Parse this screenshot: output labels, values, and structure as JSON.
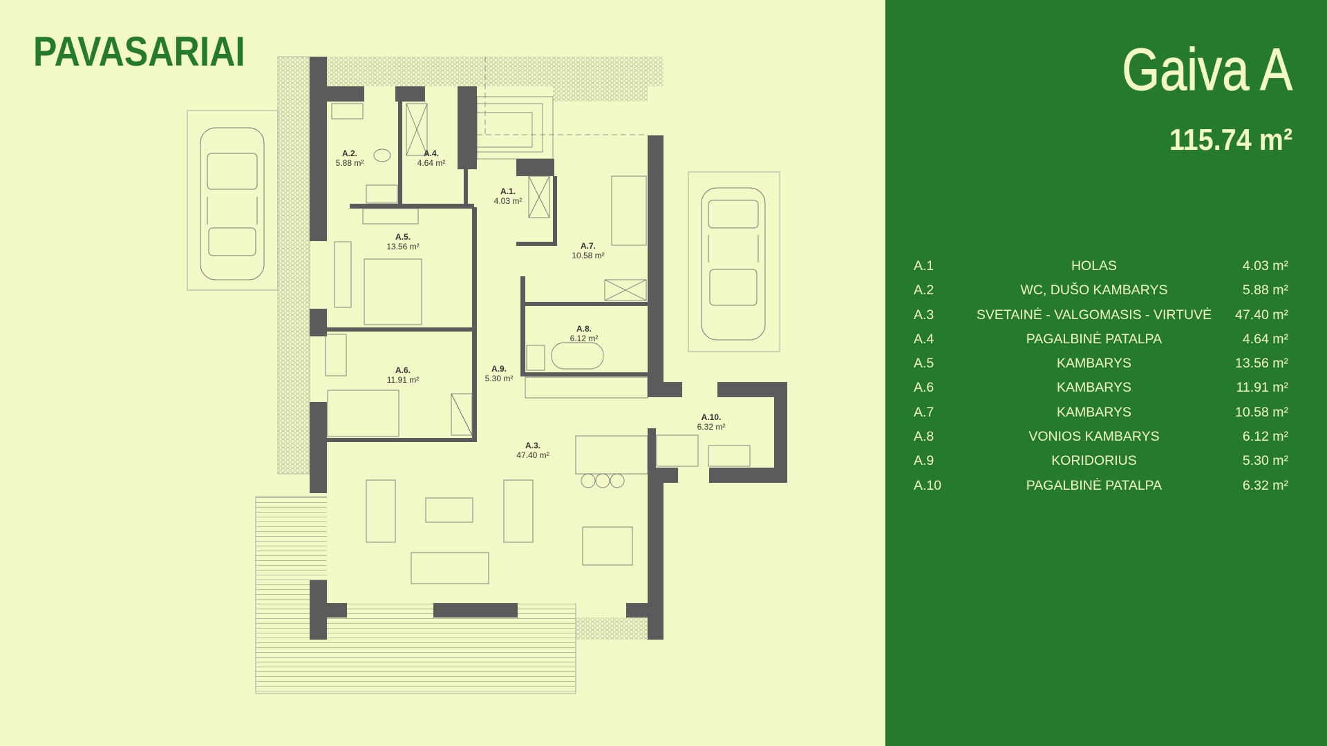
{
  "brand": {
    "logo": "PAVASARIAI"
  },
  "unit": {
    "title": "Gaiva A",
    "total_area": "115.74 m²"
  },
  "rooms": [
    {
      "code": "A.1",
      "plan_code": "A.1.",
      "name": "HOLAS",
      "area": "4.03 m²"
    },
    {
      "code": "A.2",
      "plan_code": "A.2.",
      "name": "WC, DUŠO KAMBARYS",
      "area": "5.88 m²"
    },
    {
      "code": "A.3",
      "plan_code": "A.3.",
      "name": "SVETAINĖ - VALGOMASIS - VIRTUVĖ",
      "area": "47.40 m²"
    },
    {
      "code": "A.4",
      "plan_code": "A.4.",
      "name": "PAGALBINĖ PATALPA",
      "area": "4.64 m²"
    },
    {
      "code": "A.5",
      "plan_code": "A.5.",
      "name": "KAMBARYS",
      "area": "13.56 m²"
    },
    {
      "code": "A.6",
      "plan_code": "A.6.",
      "name": "KAMBARYS",
      "area": "11.91 m²"
    },
    {
      "code": "A.7",
      "plan_code": "A.7.",
      "name": "KAMBARYS",
      "area": "10.58 m²"
    },
    {
      "code": "A.8",
      "plan_code": "A.8.",
      "name": "VONIOS KAMBARYS",
      "area": "6.12 m²"
    },
    {
      "code": "A.9",
      "plan_code": "A.9.",
      "name": "KORIDORIUS",
      "area": "5.30 m²"
    },
    {
      "code": "A.10",
      "plan_code": "A.10.",
      "name": "PAGALBINĖ PATALPA",
      "area": "6.32 m²"
    }
  ],
  "colors": {
    "background": "#f2f8c6",
    "brand_green": "#257a30",
    "wall": "#5b5b5b"
  }
}
